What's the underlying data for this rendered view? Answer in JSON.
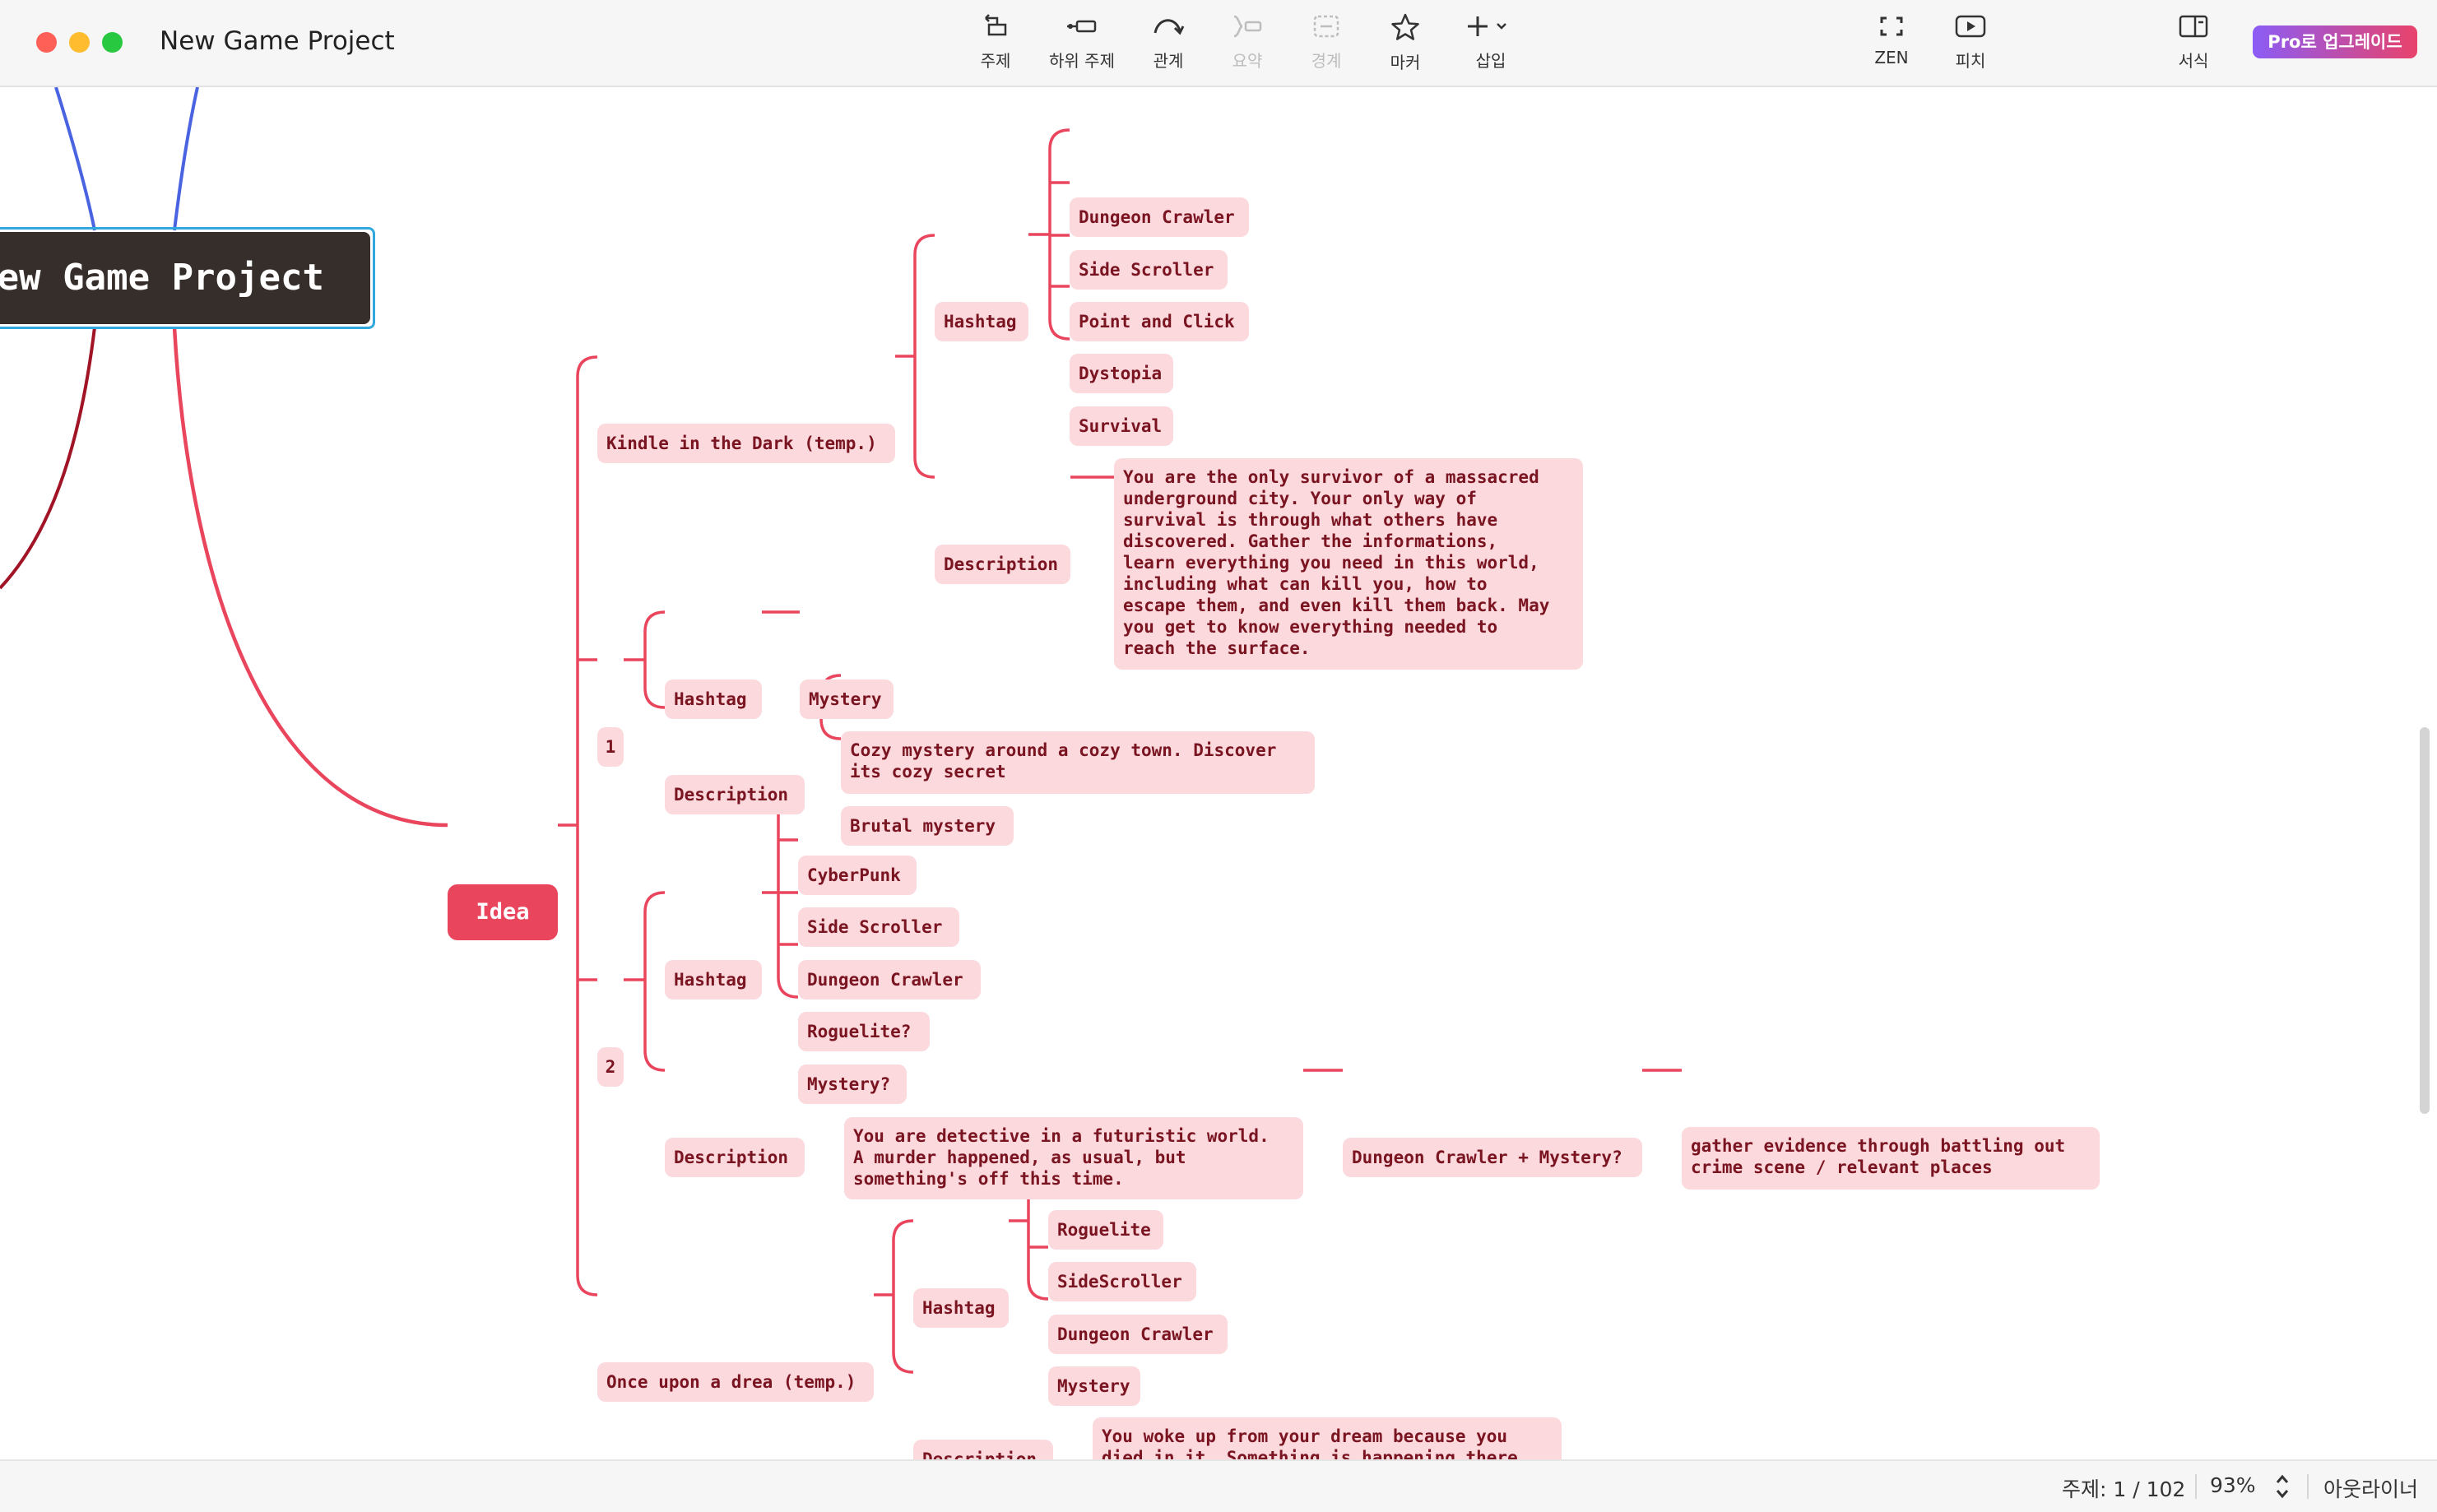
{
  "window": {
    "title": "New Game Project",
    "traffic_lights": {
      "close": "#fe5f57",
      "minimize": "#febc2e",
      "zoom": "#28c840"
    }
  },
  "toolbar": {
    "items": [
      {
        "name": "topic",
        "label": "주제",
        "icon": "topic-icon",
        "enabled": true
      },
      {
        "name": "subtopic",
        "label": "하위 주제",
        "icon": "subtopic-icon",
        "enabled": true
      },
      {
        "name": "relationship",
        "label": "관계",
        "icon": "relationship-icon",
        "enabled": true
      },
      {
        "name": "summary",
        "label": "요약",
        "icon": "summary-icon",
        "enabled": false
      },
      {
        "name": "boundary",
        "label": "경계",
        "icon": "boundary-icon",
        "enabled": false
      },
      {
        "name": "marker",
        "label": "마커",
        "icon": "star-icon",
        "enabled": true
      },
      {
        "name": "insert",
        "label": "삽입",
        "icon": "plus-icon",
        "enabled": true
      },
      {
        "name": "zen",
        "label": "ZEN",
        "icon": "fullscreen-icon",
        "enabled": true
      },
      {
        "name": "pitch",
        "label": "피치",
        "icon": "play-icon",
        "enabled": true
      },
      {
        "name": "format",
        "label": "서식",
        "icon": "sidebar-icon",
        "enabled": true
      }
    ],
    "pro_button": "Pro로 업그레이드"
  },
  "map": {
    "central_topic": "New Game Project",
    "idea": "Idea",
    "kindle": {
      "title": "Kindle in the Dark (temp.)",
      "hashtag": "Hashtag",
      "tags": [
        "Dungeon Crawler",
        "Side Scroller",
        "Point and Click",
        "Dystopia",
        "Survival"
      ],
      "description_label": "Description",
      "description": "You are the only survivor of a massacred\nunderground city. Your only way of\nsurvival is through what others have\ndiscovered. Gather the informations,\nlearn everything you need in this world,\nincluding what can kill you, how to\nescape them, and even kill them back. May\nyou get to know everything needed to\nreach the surface."
    },
    "idea1": {
      "title": "1",
      "hashtag": "Hashtag",
      "tags": [
        "Mystery"
      ],
      "description_label": "Description",
      "descriptions": [
        "Cozy mystery around a cozy town. Discover\nits cozy secret",
        "Brutal mystery"
      ]
    },
    "idea2": {
      "title": "2",
      "hashtag": "Hashtag",
      "tags": [
        "CyberPunk",
        "Side Scroller",
        "Dungeon Crawler",
        "Roguelite?",
        "Mystery?"
      ],
      "description_label": "Description",
      "description": "You are detective in a futuristic world.\nA murder happened, as usual, but\nsomething's off this time.",
      "followup": "Dungeon Crawler + Mystery?",
      "followup_detail": "gather evidence through battling out\ncrime scene / relevant places"
    },
    "dream": {
      "title": "Once upon a drea (temp.)",
      "hashtag": "Hashtag",
      "tags": [
        "Roguelite",
        "SideScroller",
        "Dungeon Crawler",
        "Mystery"
      ],
      "description_label": "Description",
      "description": "You woke up from your dream because you\ndied in it. Something is happening there,\nas well as when you are awake."
    },
    "colors": {
      "branch": "#e9465e",
      "node_fill": "#fbd9dd",
      "node_text": "#7a1421",
      "blue_branch": "#4a63e0",
      "dark_branch": "#a01426",
      "central_fill": "#352e2a",
      "selection": "#31a9df"
    }
  },
  "statusbar": {
    "topic_count": "주제: 1 / 102",
    "zoom": "93%",
    "outliner": "아웃라이너"
  }
}
